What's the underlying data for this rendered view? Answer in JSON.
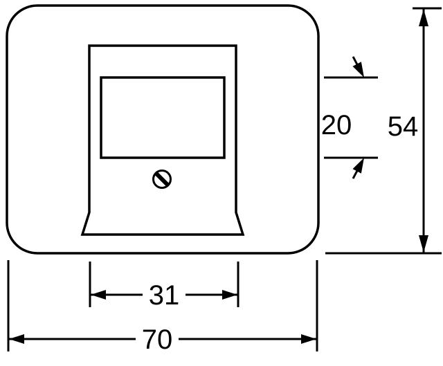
{
  "drawing": {
    "kind": "technical-dimension-drawing",
    "labels": {
      "total_width": "70",
      "opening_width": "31",
      "opening_height": "20",
      "total_height": "54"
    }
  },
  "colors": {
    "line": "#000000",
    "background": "#ffffff"
  }
}
